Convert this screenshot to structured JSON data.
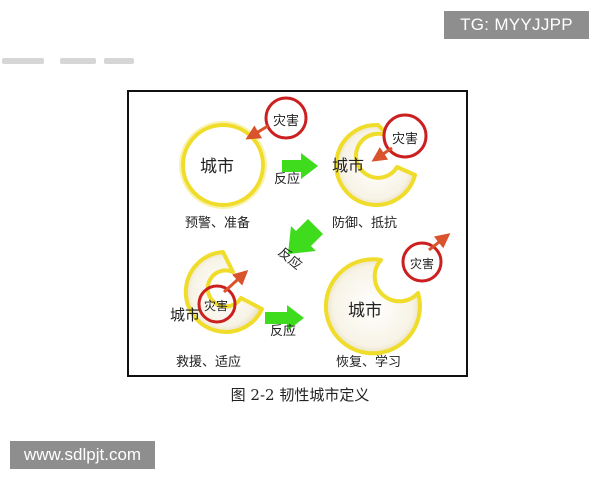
{
  "watermarks": {
    "top": "TG: MYYJJPP",
    "bottom": "www.sdlpjt.com"
  },
  "figure": {
    "caption": "图 2-2  韧性城市定义",
    "city_label": "城市",
    "disaster_label": "灾害",
    "reaction_label": "反应",
    "stages": {
      "s1": "预警、准备",
      "s2": "防御、抵抗",
      "s3": "救援、适应",
      "s4": "恢复、学习"
    },
    "colors": {
      "ring": "#f0dc2a",
      "disaster_circle": "#cc2020",
      "arrow_red": "#d9532c",
      "arrow_green": "#3fdc1e"
    }
  }
}
